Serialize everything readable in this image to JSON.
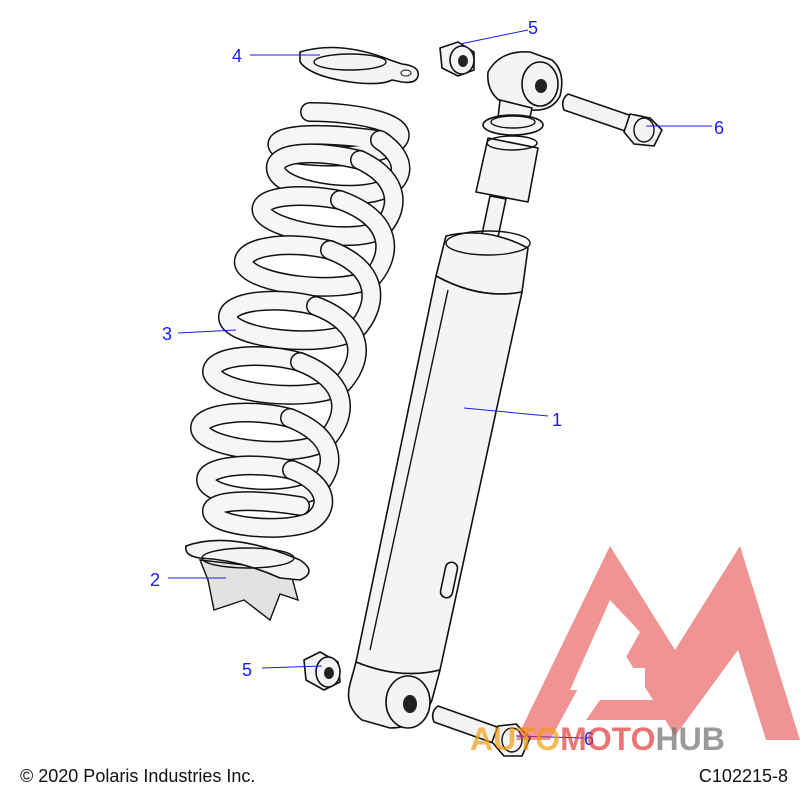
{
  "callouts": {
    "c1": "1",
    "c2": "2",
    "c3": "3",
    "c4": "4",
    "c5_top": "5",
    "c5_bottom": "5",
    "c6_top": "6",
    "c6_bottom": "6"
  },
  "footer": {
    "copyright": "© 2020 Polaris Industries Inc.",
    "figure_code": "C102215-8"
  },
  "watermark": {
    "word_a": "AUTO",
    "word_b": "MOTO",
    "word_c": "HUB"
  },
  "colors": {
    "callout": "#1a1aff",
    "watermark_red": "#e23c3c",
    "watermark_orange": "#f39c12",
    "watermark_gray": "#707070"
  }
}
